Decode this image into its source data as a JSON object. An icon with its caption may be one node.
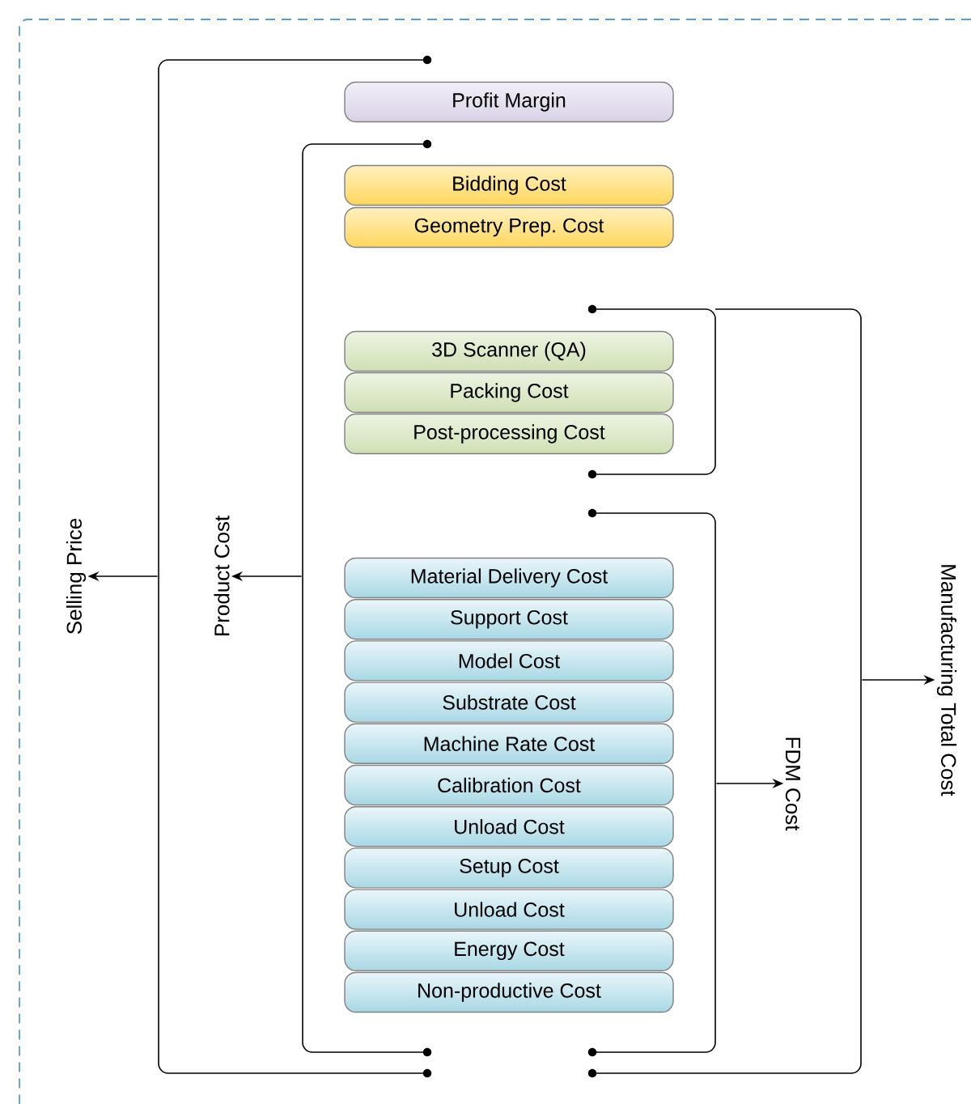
{
  "diagram": {
    "nodes": [
      {
        "text": [
          "Profit Margin"
        ]
      },
      {
        "text": [
          "Bidding Cost"
        ]
      },
      {
        "text": [
          "Geometry Prep. Cost"
        ]
      },
      {
        "text": [
          "3D Scanner (QA)"
        ]
      },
      {
        "text": [
          "Packing Cost"
        ]
      },
      {
        "text": [
          "Post-processing Cost"
        ]
      },
      {
        "text": [
          "Material Delivery Cost"
        ]
      },
      {
        "text": [
          "Support Cost"
        ]
      },
      {
        "text": [
          "Model Cost"
        ]
      },
      {
        "text": [
          "Substrate Cost"
        ]
      },
      {
        "text": [
          "Machine Rate Cost"
        ]
      },
      {
        "text": [
          "Calibration Cost"
        ]
      },
      {
        "text": [
          "Unload Cost"
        ]
      },
      {
        "text": [
          "Setup Cost"
        ]
      },
      {
        "text": [
          "Unload Cost"
        ]
      },
      {
        "text": [
          "Energy Cost"
        ]
      },
      {
        "text": [
          "Non-productive Cost"
        ]
      },
      {
        "text": [
          "Selling Price"
        ]
      },
      {
        "text": [
          "Product Cost"
        ]
      },
      {
        "text": [
          "FDM Cost"
        ]
      },
      {
        "text": [
          "Manufacturing Total Cost"
        ]
      },
      {
        "text": [],
        "shape": "bracket"
      },
      {
        "text": [],
        "shape": "bracket"
      },
      {
        "text": [],
        "shape": "bracket"
      },
      {
        "text": [],
        "shape": "bracket"
      }
    ],
    "edges": [
      {
        "from": 21,
        "to": 17,
        "arrow": "to"
      },
      {
        "from": 22,
        "to": 18,
        "arrow": "to"
      },
      {
        "from": 23,
        "to": 19,
        "arrow": "to"
      },
      {
        "from": 24,
        "to": 20,
        "arrow": "to"
      }
    ]
  }
}
